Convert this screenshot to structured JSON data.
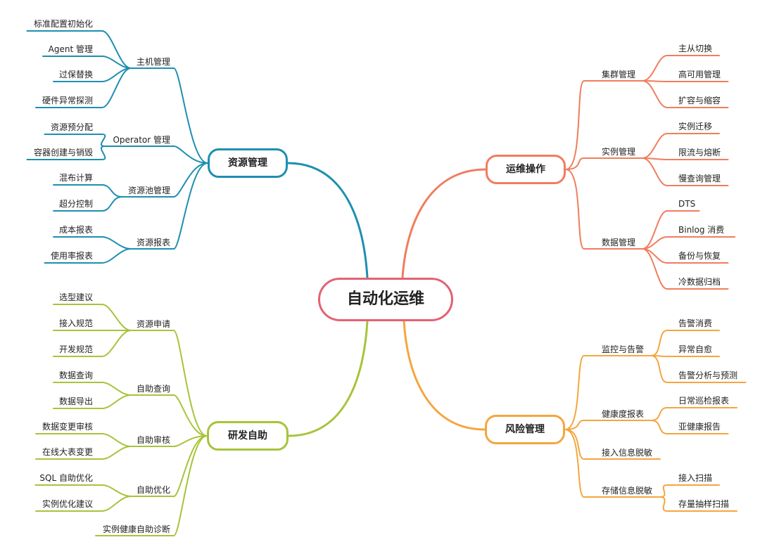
{
  "center": {
    "label": "自动化运维",
    "color": "#e46273"
  },
  "branches": [
    {
      "key": "res",
      "label": "资源管理",
      "color": "#1d8fb0",
      "groups": [
        {
          "label": "主机管理",
          "items": [
            "标准配置初始化",
            "Agent 管理",
            "过保替换",
            "硬件异常探测"
          ]
        },
        {
          "label": "Operator 管理",
          "items": [
            "资源预分配",
            "容器创建与销毁"
          ]
        },
        {
          "label": "资源池管理",
          "items": [
            "混布计算",
            "超分控制"
          ]
        },
        {
          "label": "资源报表",
          "items": [
            "成本报表",
            "使用率报表"
          ]
        }
      ]
    },
    {
      "key": "ops",
      "label": "运维操作",
      "color": "#f07d5e",
      "groups": [
        {
          "label": "集群管理",
          "items": [
            "主从切换",
            "高可用管理",
            "扩容与缩容"
          ]
        },
        {
          "label": "实例管理",
          "items": [
            "实例迁移",
            "限流与熔断",
            "慢查询管理"
          ]
        },
        {
          "label": "数据管理",
          "items": [
            "DTS",
            "Binlog 消费",
            "备份与恢复",
            "冷数据归档"
          ]
        }
      ]
    },
    {
      "key": "dev",
      "label": "研发自助",
      "color": "#a6c43a",
      "groups": [
        {
          "label": "资源申请",
          "items": [
            "选型建议",
            "接入规范",
            "开发规范"
          ]
        },
        {
          "label": "自助查询",
          "items": [
            "数据查询",
            "数据导出"
          ]
        },
        {
          "label": "自助审核",
          "items": [
            "数据变更审核",
            "在线大表变更"
          ]
        },
        {
          "label": "自助优化",
          "items": [
            "SQL 自助优化",
            "实例优化建议"
          ]
        },
        {
          "label": "实例健康自助诊断",
          "items": []
        }
      ]
    },
    {
      "key": "risk",
      "label": "风险管理",
      "color": "#f4a640",
      "groups": [
        {
          "label": "监控与告警",
          "items": [
            "告警消费",
            "异常自愈",
            "告警分析与预测"
          ]
        },
        {
          "label": "健康度报表",
          "items": [
            "日常巡检报表",
            "亚健康报告"
          ]
        },
        {
          "label": "接入信息脱敏",
          "items": []
        },
        {
          "label": "存储信息脱敏",
          "items": [
            "接入扫描",
            "存量抽样扫描"
          ]
        }
      ]
    }
  ]
}
